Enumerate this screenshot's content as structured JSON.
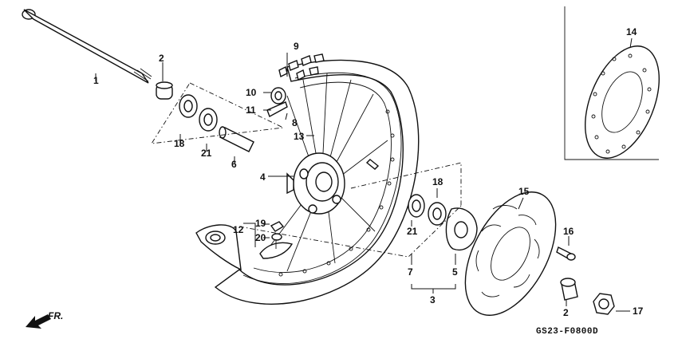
{
  "labels": {
    "p1": "1",
    "p2a": "2",
    "p2b": "2",
    "p3": "3",
    "p4": "4",
    "p5": "5",
    "p6": "6",
    "p7": "7",
    "p8": "8",
    "p9": "9",
    "p10": "10",
    "p11": "11",
    "p12": "12",
    "p13": "13",
    "p14": "14",
    "p15": "15",
    "p16": "16",
    "p17": "17",
    "p18a": "18",
    "p18b": "18",
    "p19": "19",
    "p20": "20",
    "p21a": "21",
    "p21b": "21"
  },
  "direction_label": "FR.",
  "diagram_code": "GS23-F0800D"
}
